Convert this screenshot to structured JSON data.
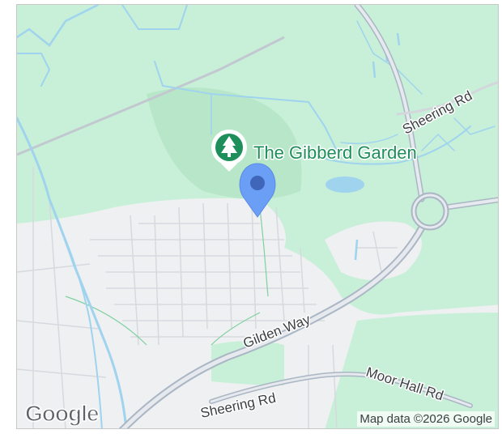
{
  "map": {
    "poi_name": "The Gibberd Garden",
    "poi_icon": "tree-icon",
    "marker_icon": "location-pin-icon",
    "roads": {
      "sheering_rd_upper": "Sheering Rd",
      "sheering_rd_lower": "Sheering Rd",
      "gilden_way": "Gilden Way",
      "moor_hall_rd": "Moor Hall Rd"
    },
    "logo": "Google",
    "attribution": "Map data ©2026 Google"
  },
  "colors": {
    "park": "#c8f0d8",
    "urban": "#eef0f2",
    "water": "#9fd3ee",
    "road_major": "#aab6c4",
    "poi_green": "#1e8e5a",
    "marker_blue": "#6b9ef5"
  }
}
